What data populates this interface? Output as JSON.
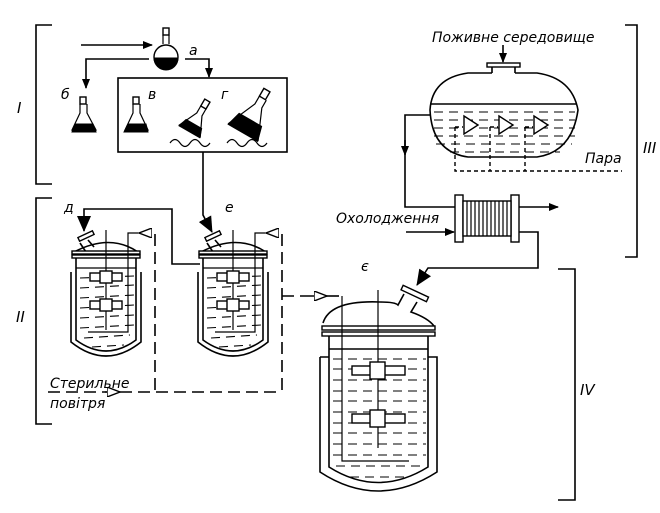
{
  "diagram": {
    "title": "",
    "stages": [
      {
        "id": "I",
        "label": "I"
      },
      {
        "id": "II",
        "label": "II"
      },
      {
        "id": "III",
        "label": "III"
      },
      {
        "id": "IV",
        "label": "IV"
      }
    ],
    "vessel_labels": {
      "a": "а",
      "b": "б",
      "v": "в",
      "g": "г",
      "d": "д",
      "e": "е",
      "ye": "є"
    },
    "captions": {
      "nutrient_medium": "Поживне середовище",
      "steam": "Пара",
      "cooling": "Охолодження",
      "sterile_air_line1": "Стерильне",
      "sterile_air_line2": "повітря"
    },
    "components": [
      {
        "id": "flask-a",
        "label": "а",
        "type": "round-bottom flask"
      },
      {
        "id": "flask-b",
        "label": "б",
        "type": "conical flask"
      },
      {
        "id": "flask-v",
        "label": "в",
        "type": "conical flask"
      },
      {
        "id": "shaker-flasks-g",
        "label": "г",
        "type": "flasks on shaker"
      },
      {
        "id": "inoculator-d",
        "label": "д",
        "type": "seed fermenter"
      },
      {
        "id": "inoculator-e",
        "label": "е",
        "type": "seed fermenter"
      },
      {
        "id": "sterilizer",
        "label": "",
        "type": "medium sterilizer with steam injectors"
      },
      {
        "id": "heat-exchanger",
        "label": "",
        "type": "cooler"
      },
      {
        "id": "main-fermenter",
        "label": "є",
        "type": "production fermenter"
      }
    ]
  }
}
